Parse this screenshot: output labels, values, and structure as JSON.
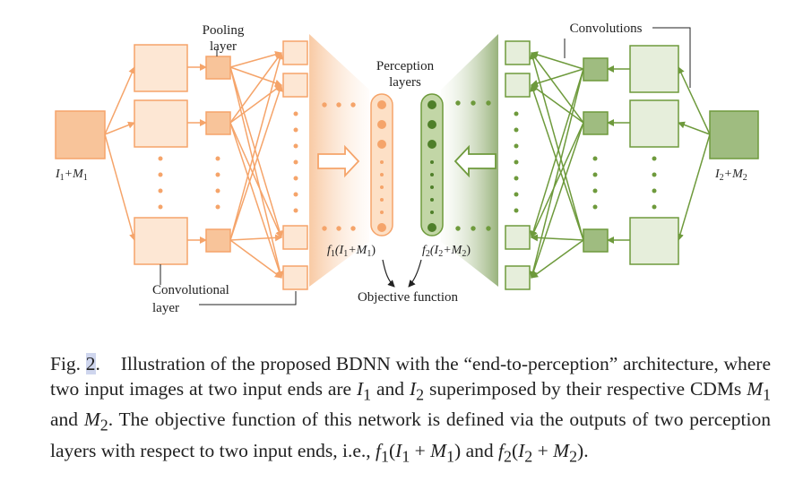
{
  "figure": {
    "labels": {
      "pooling_layer": [
        "Pooling",
        "layer"
      ],
      "perception_layers": [
        "Perception",
        "layers"
      ],
      "convolutions": "Convolutions",
      "convolutional_layer": [
        "Convolutional",
        "layer"
      ],
      "objective_function": "Objective function",
      "input_left": "I1+M1",
      "input_right": "I2+M2",
      "f1": "f1(I1+M1)",
      "f2": "f2(I2+M2)"
    },
    "colors": {
      "left_branch": "#f5a46a",
      "left_fill": "#fde7d4",
      "left_dark": "#f8c49a",
      "right_branch": "#6e9a3c",
      "right_fill": "#e6eedb",
      "right_dark": "#9fbc80"
    }
  },
  "caption": {
    "prefix": "Fig.",
    "number": "2",
    "text_1": "Illustration of the proposed BDNN with the “end-to-perception” architecture, where two input images at two input ends are",
    "var_I1": "I",
    "sub_1a": "1",
    "and_1": "and",
    "var_I2": "I",
    "sub_2a": "2",
    "text_2": "superimposed by their respective CDMs",
    "var_M1": "M",
    "sub_1b": "1",
    "and_2": "and",
    "var_M2": "M",
    "sub_2b": "2",
    "text_3": ". The objective function of this network is defined via the outputs of two perception layers with respect to two input ends, i.e.,",
    "f1_expr": "f1(I1 + M1)",
    "and_3": "and",
    "f2_expr": "f2(I2 + M2)",
    "end": "."
  }
}
